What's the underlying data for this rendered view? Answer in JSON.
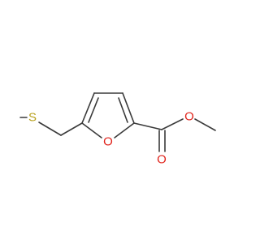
{
  "molecule": {
    "atoms": {
      "sulfur": {
        "label": "S",
        "color": "#b8a11e"
      },
      "ring_oxygen": {
        "label": "O",
        "color": "#e0231b"
      },
      "carbonyl_oxygen": {
        "label": "O",
        "color": "#e0231b"
      },
      "ester_oxygen": {
        "label": "O",
        "color": "#e0231b"
      }
    },
    "bond_color": "#3a3a3a",
    "background": "#ffffff"
  }
}
